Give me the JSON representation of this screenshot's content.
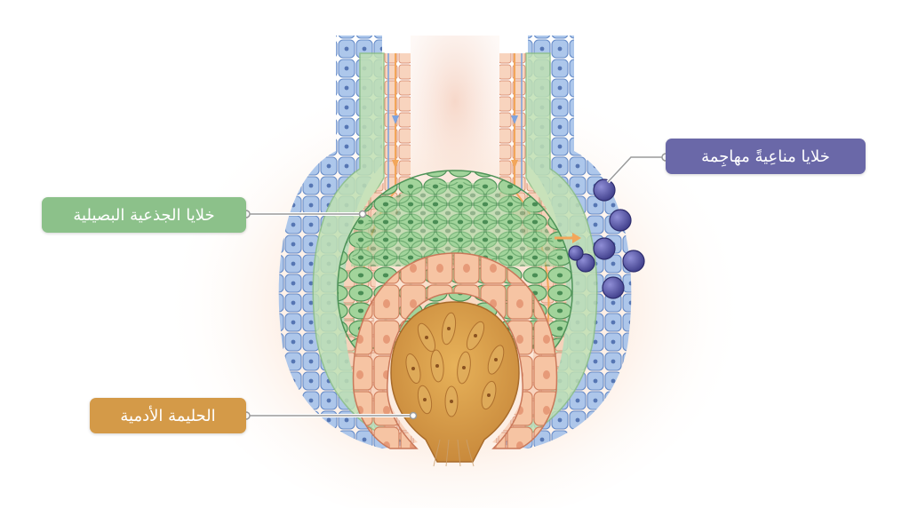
{
  "labels": {
    "immune_cells": "خلايا مناعِيةً مهاجِمة",
    "stem_cells": "خلايا الجذعية البصيلية",
    "dermal_papilla": "الحليمة الأدمية"
  },
  "colors": {
    "immune_label": "#6a68a8",
    "stem_label": "#8cc18a",
    "papilla_label": "#d49a48",
    "outer_sheath": "#9dbbe3",
    "stem_cells": "#93cc8c",
    "matrix_cells": "#f4c2a2",
    "papilla": "#d9a14e",
    "immune_cell": "#4e4d9c"
  }
}
